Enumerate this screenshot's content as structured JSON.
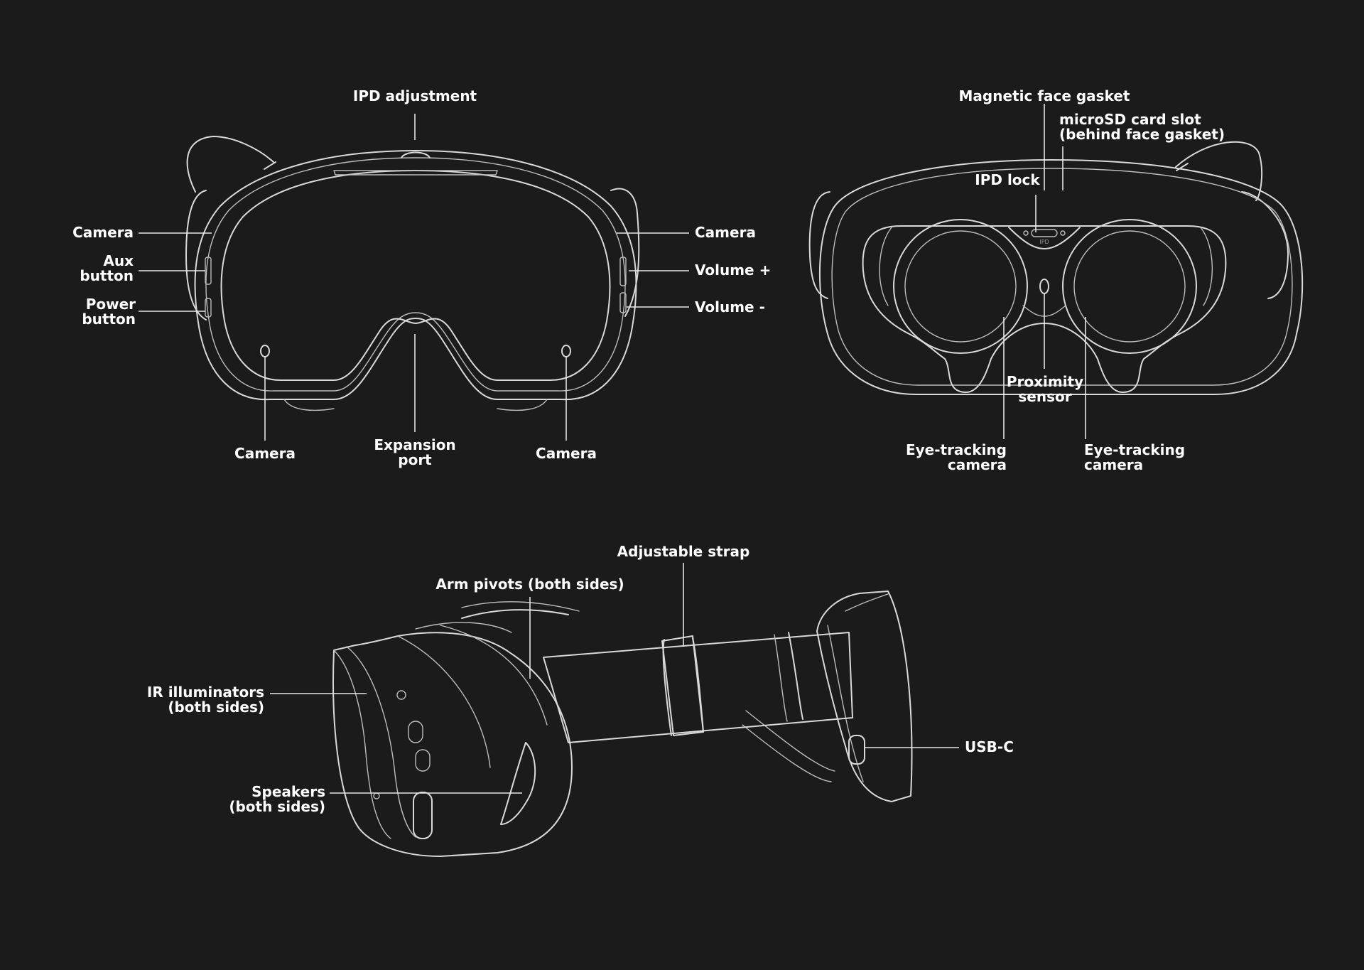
{
  "front_view": {
    "ipd_adjustment": "IPD adjustment",
    "camera_left_upper": "Camera",
    "aux_button": "Aux\nbutton",
    "power_button": "Power\nbutton",
    "camera_right_upper": "Camera",
    "volume_up": "Volume +",
    "volume_down": "Volume -",
    "camera_bottom_left": "Camera",
    "expansion_port": "Expansion\nport",
    "camera_bottom_right": "Camera"
  },
  "rear_view": {
    "magnetic_face_gasket": "Magnetic face gasket",
    "microsd_slot": "microSD card slot\n(behind face gasket)",
    "ipd_lock": "IPD lock",
    "proximity_sensor": "Proximity\nsensor",
    "eye_tracking_left": "Eye-tracking\ncamera",
    "eye_tracking_right": "Eye-tracking\ncamera",
    "ipd_small_text": "IPD"
  },
  "side_view": {
    "adjustable_strap": "Adjustable strap",
    "arm_pivots": "Arm pivots (both sides)",
    "ir_illuminators": "IR illuminators\n(both sides)",
    "speakers": "Speakers\n(both sides)",
    "usb_c": "USB-C"
  },
  "colors": {
    "background": "#1b1b1b",
    "line_art": "#d9d9d9",
    "label_text": "#ffffff"
  }
}
